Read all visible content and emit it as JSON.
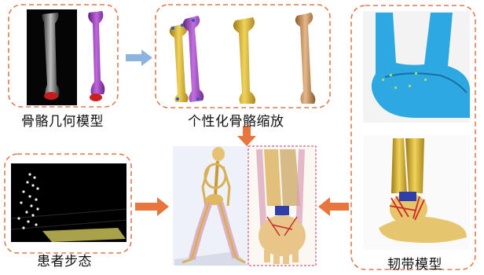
{
  "labels": {
    "bone_geometry": "骨骼几何模型",
    "personalized_scaling": "个性化骨骼缩放",
    "patient_gait": "患者步态",
    "ligament_model": "韧带模型"
  },
  "colors": {
    "dash_border": "#e07a4f",
    "arrow_orange": "#e8753c",
    "arrow_blue": "#8db3df",
    "bone_purple": "#9b3fb8",
    "bone_yellow": "#d7b43a",
    "bone_cyan": "#2ea8e0",
    "ligament_red": "#cc2a2a"
  },
  "icons": [
    "arrow-right-blue",
    "arrow-down-orange",
    "arrow-right-orange",
    "arrow-left-orange"
  ]
}
